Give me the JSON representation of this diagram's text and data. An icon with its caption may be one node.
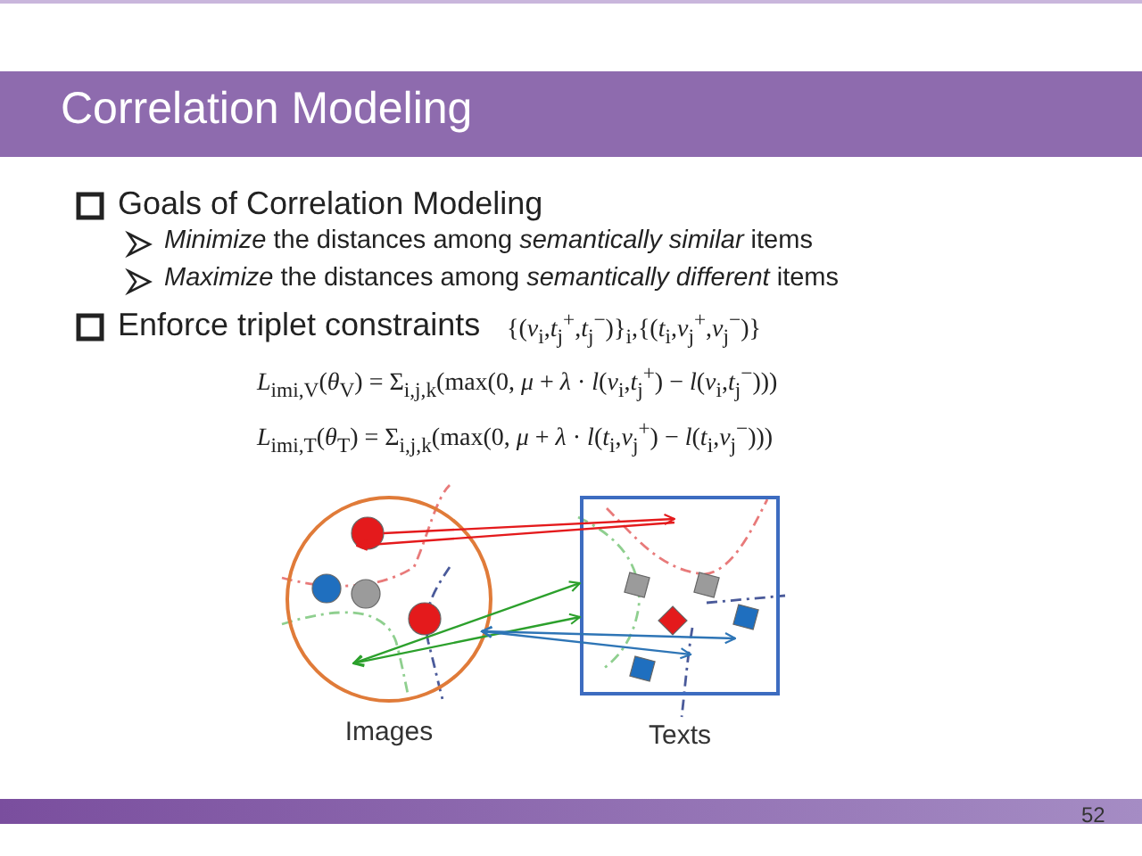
{
  "diagram": {
    "title": "Correlation Modeling",
    "nodes": [
      {
        "text": [
          "Images"
        ]
      },
      {
        "text": [
          "Texts"
        ]
      },
      {
        "text": [],
        "shape": "circle",
        "in": 0
      },
      {
        "text": [],
        "shape": "circle",
        "in": 0
      },
      {
        "text": [],
        "shape": "circle",
        "in": 0
      },
      {
        "text": [],
        "shape": "circle",
        "in": 0
      },
      {
        "text": [],
        "shape": "box",
        "in": 1
      },
      {
        "text": [],
        "shape": "box",
        "in": 1
      },
      {
        "text": [],
        "shape": "diamond",
        "in": 1
      },
      {
        "text": [],
        "shape": "box",
        "in": 1
      },
      {
        "text": [],
        "shape": "box",
        "in": 1
      }
    ],
    "edges": [
      {
        "from": 2,
        "to": 1,
        "arrow": "to",
        "color": "#e41a1c"
      },
      {
        "from": 1,
        "to": 2,
        "arrow": "to",
        "color": "#e41a1c"
      },
      {
        "from": 0,
        "to": 1,
        "arrow": "both",
        "color": "#2ca02c"
      },
      {
        "from": 0,
        "to": 1,
        "arrow": "both",
        "color": "#2ca02c"
      },
      {
        "from": 0,
        "to": 1,
        "arrow": "both",
        "color": "#2e75b6"
      },
      {
        "from": 0,
        "to": 1,
        "arrow": "both",
        "color": "#2e75b6"
      }
    ],
    "labels": [
      "Goals of Correlation Modeling",
      "*Minimize* the distances among *semantically similar* items",
      "*Maximize* the distances among *semantically different* items",
      "Enforce triplet constraints",
      "{(*v*$_{i}$,*t*$_{j}$$^{+}$,*t*$_{j}$$^{−}$)}$_{i}$,{(*t*$_{i}$,*v*$_{j}$$^{+}$,*v*$_{j}$$^{−}$)}",
      "*L*$_{imi,V}$(*θ*$_{V}$) = Σ$_{i,j,k}$(max(0, *μ* + *λ* · *l*(*v*$_{i}$,*t*$_{j}$$^{+}$) − *l*(*v*$_{i}$,*t*$_{j}$$^{−}$)))",
      "*L*$_{imi,T}$(*θ*$_{T}$) = Σ$_{i,j,k}$(max(0, *μ* + *λ* · *l*(*t*$_{i}$,*v*$_{j}$$^{+}$) − *l*(*t*$_{i}$,*v*$_{j}$$^{−}$)))",
      "52"
    ]
  }
}
